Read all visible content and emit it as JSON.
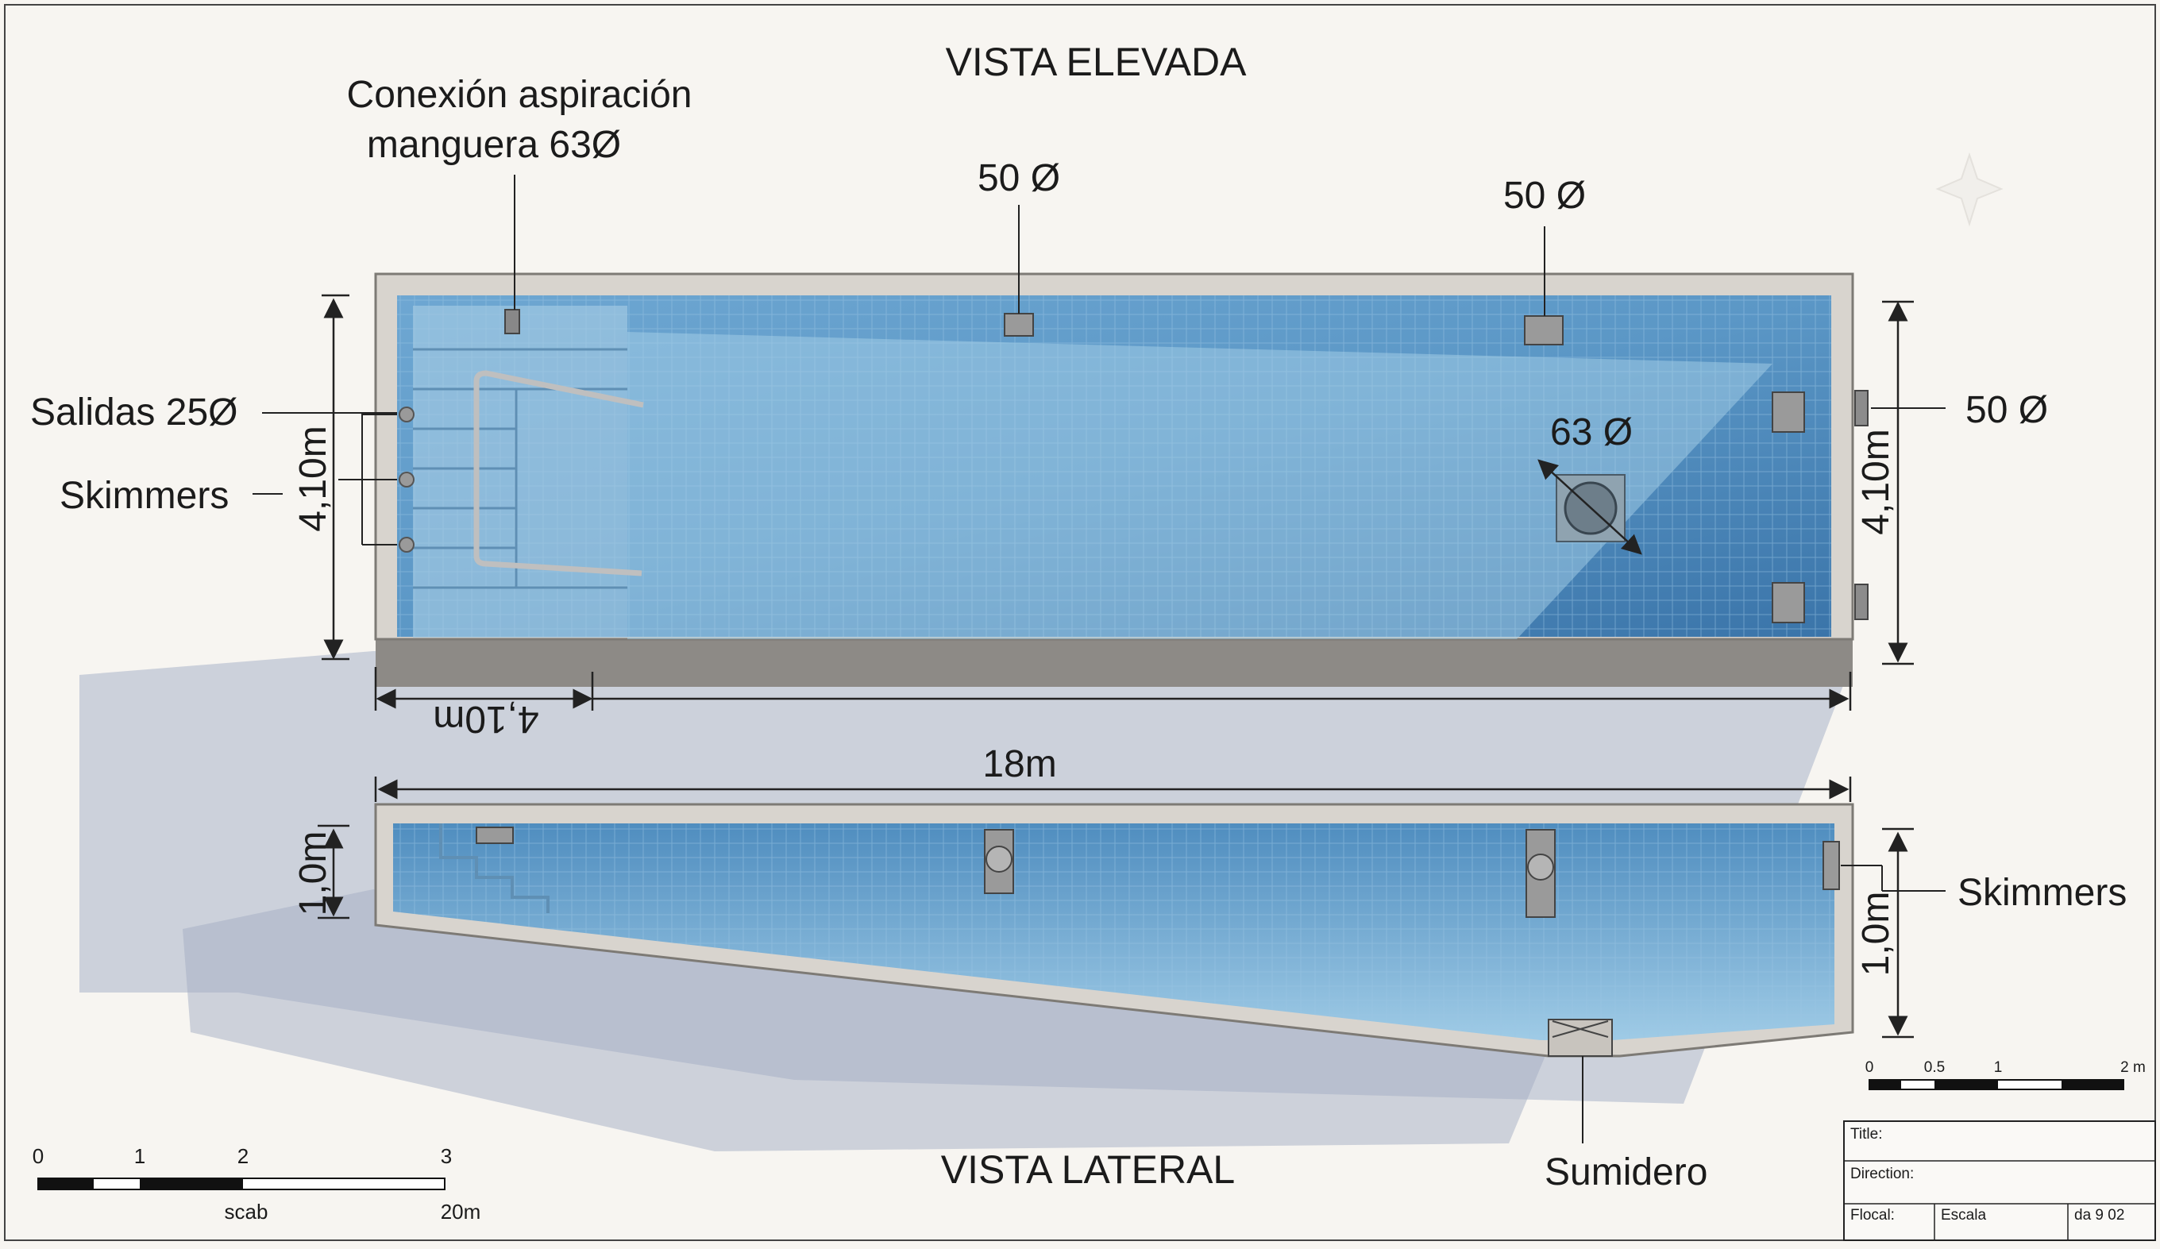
{
  "titles": {
    "top": "VISTA ELEVADA",
    "bottom": "VISTA LATERAL"
  },
  "labels": {
    "conexion_line1": "Conexión aspiración",
    "conexion_line2": "manguera 63Ø",
    "top_fitting_1": "50 Ø",
    "top_fitting_2": "50 Ø",
    "right_fitting": "50 Ø",
    "drain_top": "63 Ø",
    "salidas": "Salidas 25Ø",
    "skimmers_left": "Skimmers",
    "skimmers_right": "Skimmers",
    "sumidero": "Sumidero"
  },
  "dimensions": {
    "width_left": "4,10m",
    "width_right": "4,10m",
    "stair_length": "4,10m",
    "length": "18m",
    "depth_left": "1,0m",
    "depth_right": "1,0m"
  },
  "scale_left": {
    "ticks": [
      "0",
      "1",
      "2",
      "3"
    ],
    "caption": "scab",
    "end_label": "20m"
  },
  "scale_right": {
    "ticks": [
      "0",
      "0.5",
      "1",
      "2 m"
    ]
  },
  "title_block": {
    "title_label": "Title:",
    "direction_label": "Direction:",
    "local_label": "Flocal:",
    "escala_label": "Escala",
    "date_label": "da 9 02"
  },
  "colors": {
    "water_light": "#7fb2d4",
    "water_dark": "#3f78ad",
    "concrete": "#d6d2cc",
    "shadow": "#a8b0c6"
  }
}
